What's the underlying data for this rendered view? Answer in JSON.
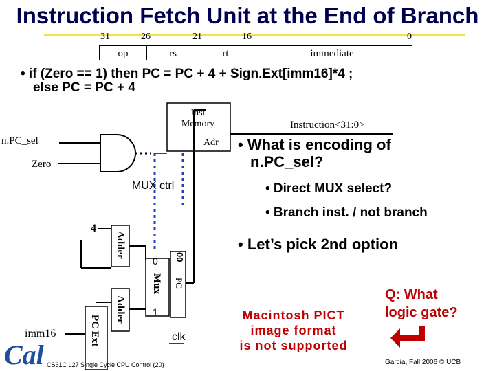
{
  "title": "Instruction Fetch Unit at the End of Branch",
  "bits": [
    "31",
    "26",
    "21",
    "16",
    "0"
  ],
  "fields": [
    "op",
    "rs",
    "rt",
    "immediate"
  ],
  "formula_line1": "• if  (Zero == 1)  then  PC = PC + 4 + Sign.Ext[imm16]*4 ;",
  "formula_line2": "else  PC = PC + 4",
  "diagram": {
    "inst_memory": "Inst Memory",
    "adr": "Adr",
    "instruction": "Instruction<31:0>",
    "npc_sel": "n.PC_sel",
    "zero": "Zero",
    "mux_ctrl": "MUX ctrl",
    "four": "4",
    "adder_top": "Adder",
    "adder_bottom": "Adder",
    "pc_ext": "PC Ext",
    "imm16": "imm16",
    "mux": "Mux",
    "pc": "PC",
    "mux_in0": "0",
    "mux_in1": "1",
    "zeros": "00",
    "clk": "clk"
  },
  "bullets": {
    "q1_line1": "• What is encoding of",
    "q1_line2": "n.PC_sel?",
    "b1": "• Direct MUX select?",
    "b2": "• Branch inst. / not branch",
    "b3": "• Let’s pick 2nd option"
  },
  "pict_notice": [
    "Macintosh PICT",
    "image format",
    "is not supported"
  ],
  "question": [
    "Q: What",
    "logic gate?"
  ],
  "footer_left": "CS61C L27 Single Cycle CPU Control (20)",
  "footer_right": "Garcia, Fall 2006 © UCB",
  "colors": {
    "title": "#00004e",
    "accent_red": "#c00000",
    "logo_blue": "#1f4e9c",
    "title_underline": "#f4e04a"
  }
}
